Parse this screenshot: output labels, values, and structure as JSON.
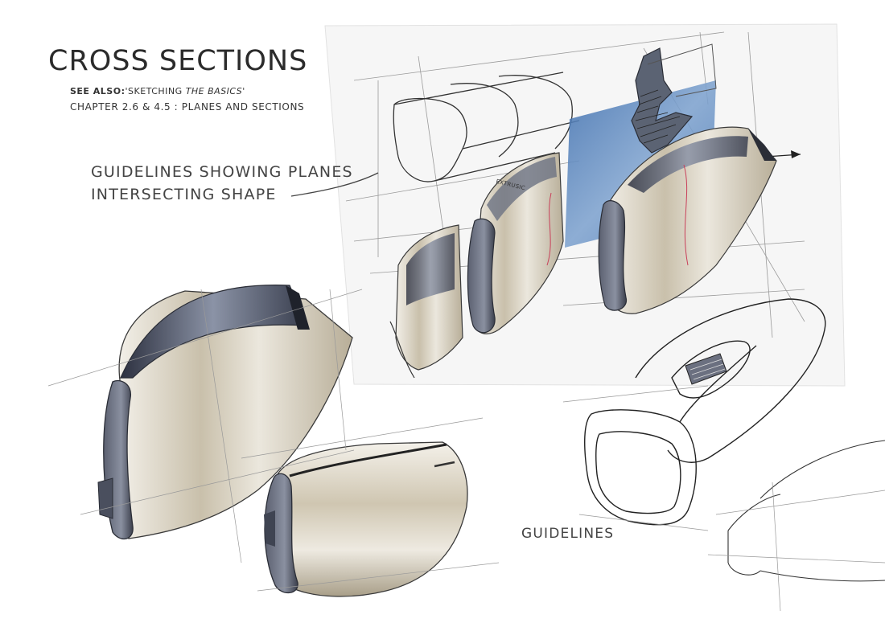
{
  "page": {
    "title": "CROSS SECTIONS",
    "see_also_label": "SEE ALSO:",
    "see_also_text": "'SKETCHING ",
    "see_also_em": "THE BASICS",
    "see_also_end": "'",
    "chapter": "CHAPTER 2.6 & 4.5 : PLANES AND SECTIONS"
  },
  "annotations": {
    "planes_line1": "GUIDELINES SHOWING PLANES",
    "planes_line2": "INTERSECTING SHAPE",
    "guidelines": "GUIDELINES",
    "extrusion": "EXTRUSIC"
  },
  "colors": {
    "paper": "#ffffff",
    "sheet": "#f5f5f5",
    "plane_blue": "#4f7fb8",
    "warm_grey": "#cfc7b4",
    "cool_grey": "#6b7080",
    "dark_edge": "#2a2d36",
    "ink": "#333333",
    "accent_red": "#c9405a"
  }
}
